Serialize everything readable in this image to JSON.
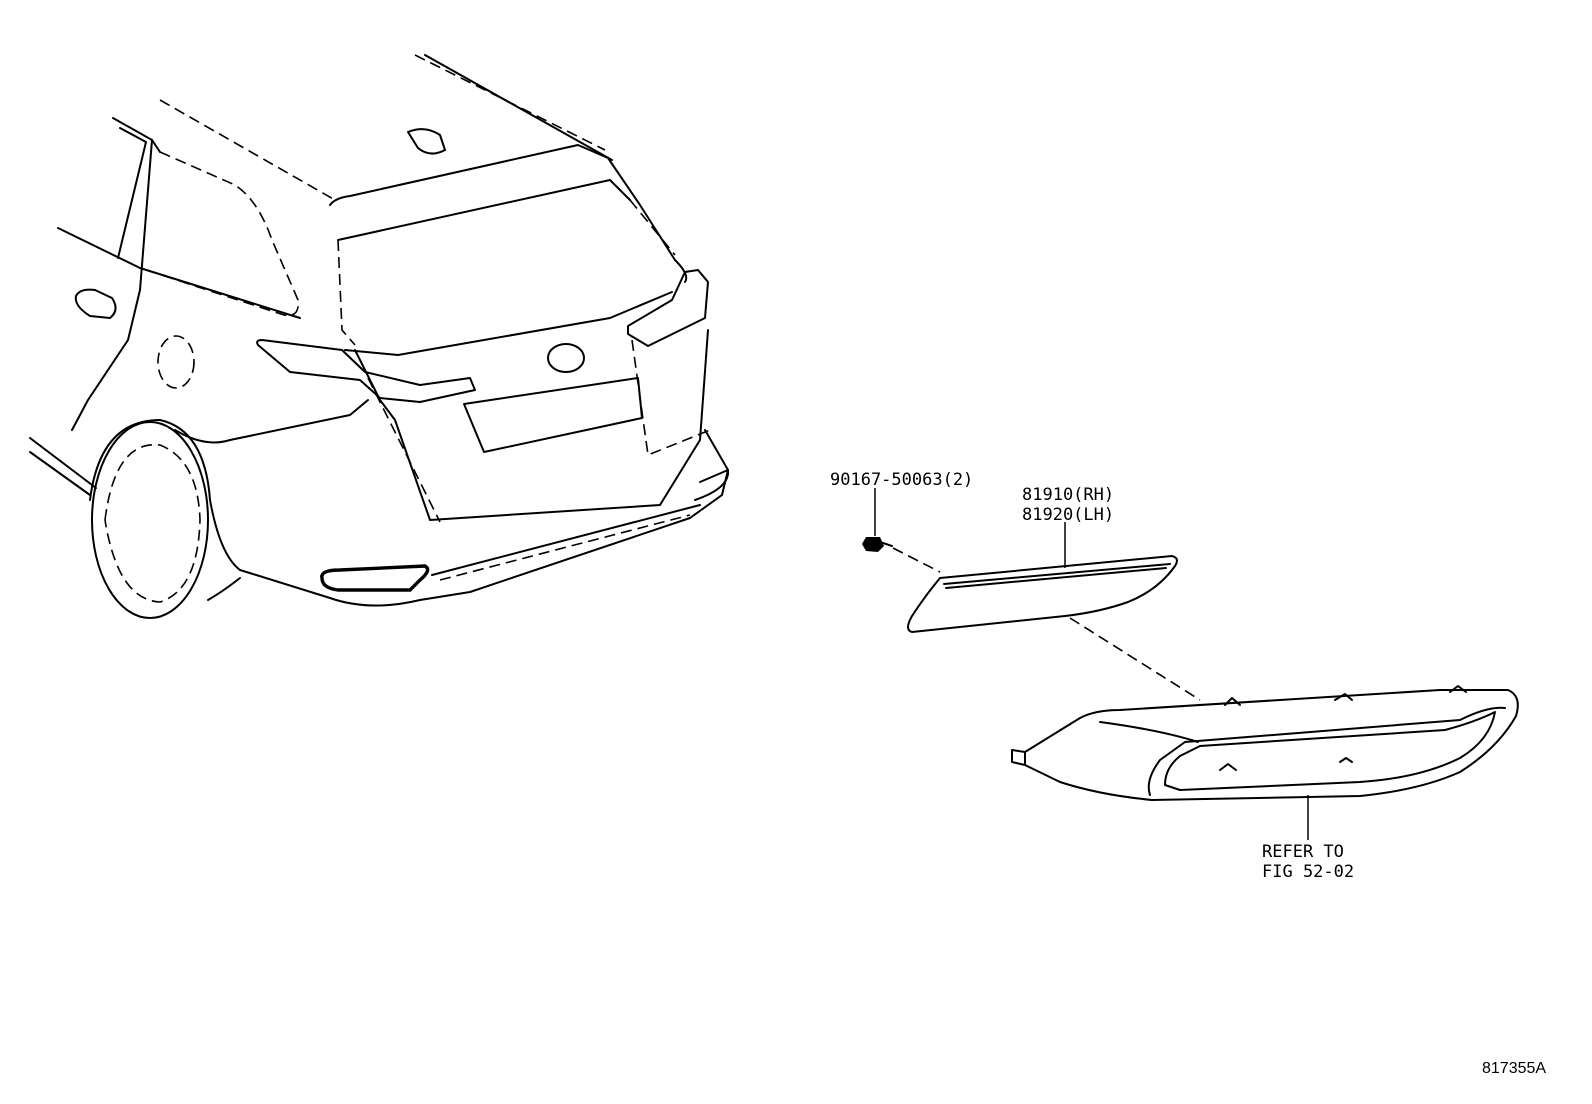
{
  "callouts": {
    "bolt": "90167-50063(2)",
    "reflector_rh": "81910(RH)",
    "reflector_lh": "81920(LH)",
    "refer_line1": "REFER TO",
    "refer_line2": "FIG 52-02"
  },
  "figure_id": "817355A"
}
